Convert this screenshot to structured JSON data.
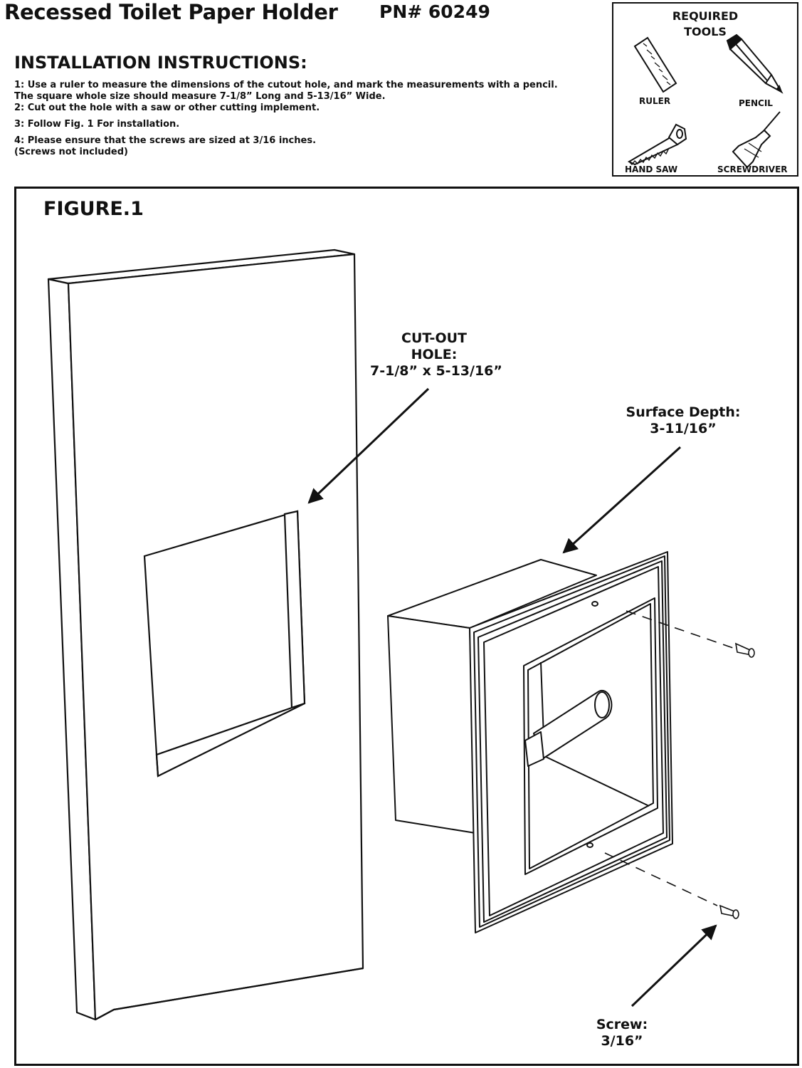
{
  "header": {
    "title": "Recessed Toilet Paper Holder",
    "part_number": "PN# 60249"
  },
  "instructions": {
    "heading": "INSTALLATION INSTRUCTIONS:",
    "steps": [
      "1: Use a ruler to measure the dimensions of the cutout hole, and mark the measurements with a pencil.",
      "The square whole size should measure 7-1/8” Long and 5-13/16” Wide.",
      "2: Cut out the hole with a saw or other cutting implement.",
      "3: Follow Fig. 1 For installation.",
      "4: Please ensure that the screws are sized at 3/16 inches.",
      "(Screws not included)"
    ]
  },
  "tools": {
    "heading_line1": "REQUIRED",
    "heading_line2": "TOOLS",
    "items": [
      {
        "label": "RULER",
        "icon": "ruler-icon"
      },
      {
        "label": "PENCIL",
        "icon": "pencil-icon"
      },
      {
        "label": "HAND SAW",
        "icon": "hand-saw-icon"
      },
      {
        "label": "SCREWDRIVER",
        "icon": "screwdriver-icon"
      }
    ]
  },
  "figure": {
    "title": "FIGURE.1",
    "callouts": {
      "cutout": {
        "line1": "CUT-OUT",
        "line2": "HOLE:",
        "line3": "7-1/8” x 5-13/16”"
      },
      "depth": {
        "line1": "Surface Depth:",
        "line2": "3-11/16”"
      },
      "screw": {
        "line1": "Screw:",
        "line2": "3/16”"
      }
    }
  }
}
